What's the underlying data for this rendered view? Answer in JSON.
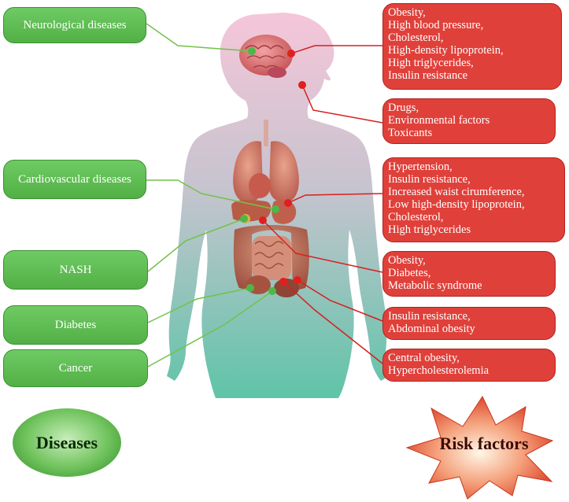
{
  "diseases": [
    {
      "id": "neuro",
      "label": "Neurological diseases"
    },
    {
      "id": "cardio",
      "label": "Cardiovascular diseases"
    },
    {
      "id": "nash",
      "label": "NASH"
    },
    {
      "id": "diabetes",
      "label": "Diabetes"
    },
    {
      "id": "cancer",
      "label": "Cancer"
    }
  ],
  "risk_factors": [
    {
      "id": "rf1",
      "lines": [
        "Obesity,",
        "High blood pressure,",
        "Cholesterol,",
        "High-density lipoprotein,",
        "High triglycerides,",
        "Insulin resistance"
      ]
    },
    {
      "id": "rf2",
      "lines": [
        "Drugs,",
        "Environmental factors",
        "Toxicants"
      ]
    },
    {
      "id": "rf3",
      "lines": [
        "Hypertension,",
        "Insulin resistance,",
        "Increased waist cirumference,",
        "Low high-density lipoprotein,",
        "Cholesterol,",
        "High triglycerides"
      ]
    },
    {
      "id": "rf4",
      "lines": [
        "Obesity,",
        "Diabetes,",
        "Metabolic syndrome"
      ]
    },
    {
      "id": "rf5",
      "lines": [
        "Insulin resistance,",
        "Abdominal obesity"
      ]
    },
    {
      "id": "rf6",
      "lines": [
        "Central obesity,",
        "Hypercholesterolemia"
      ]
    }
  ],
  "legend": {
    "diseases_label": "Diseases",
    "risk_label": "Risk factors"
  },
  "colors": {
    "disease_box": "#5bb84f",
    "risk_box": "#e0403a",
    "disease_line": "#72c24a",
    "risk_line": "#d62020"
  }
}
